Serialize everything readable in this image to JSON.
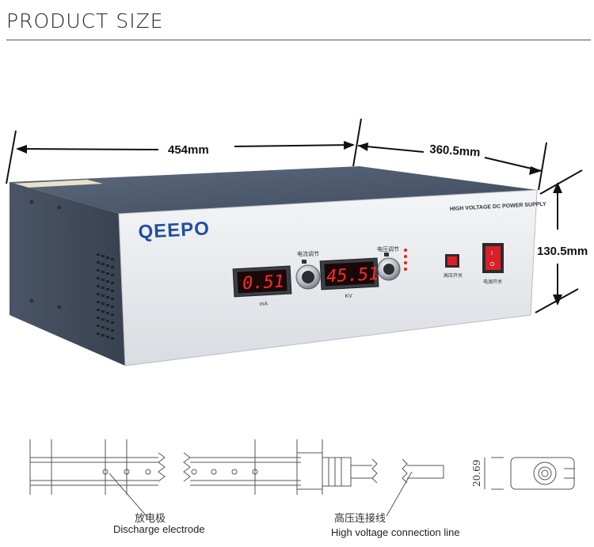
{
  "header": {
    "title": "PRODUCT SIZE"
  },
  "dimensions": {
    "width": "454mm",
    "depth": "360.5mm",
    "height": "130.5mm",
    "electrode_width": "20.69"
  },
  "device": {
    "brand": "QEEPO",
    "panel_title": "HIGH VOLTAGE DC POWER SUPPLY",
    "current_display": "0.51",
    "current_unit": "mA",
    "voltage_display": "45.51",
    "voltage_unit": "KV",
    "current_knob_label": "电流调节",
    "voltage_knob_label": "电压调节",
    "hv_switch_label": "高压开关",
    "power_switch_label": "电源开关",
    "power_switch_on": "I",
    "power_switch_off": "O"
  },
  "diagram": {
    "electrode_cn": "放电极",
    "electrode_en": "Discharge electrode",
    "cable_cn": "高压连接线",
    "cable_en": "High voltage connection line"
  },
  "colors": {
    "display_red": "#ff2a2a",
    "brand_blue": "#1f4fa0",
    "switch_red": "#d9202a"
  }
}
